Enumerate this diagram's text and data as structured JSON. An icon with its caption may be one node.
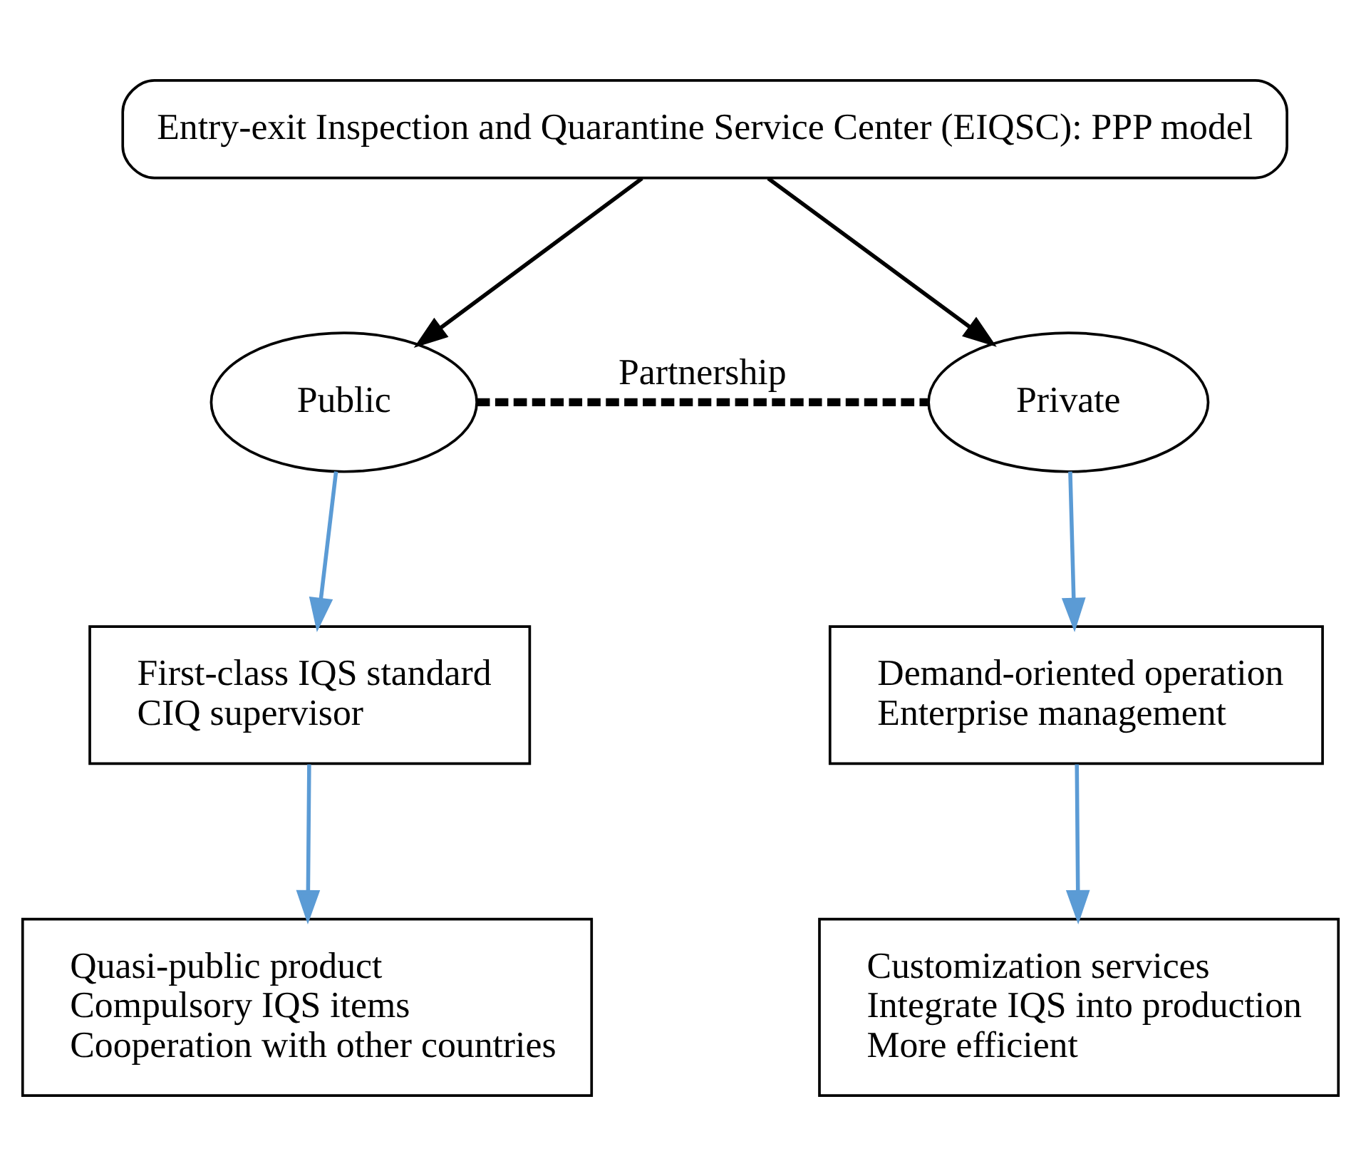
{
  "diagram": {
    "nodes": [
      {
        "text": [
          "Entry-exit Inspection and Quarantine Service Center (EIQSC): PPP model"
        ]
      },
      {
        "text": [
          "Public"
        ]
      },
      {
        "text": [
          "Private"
        ]
      },
      {
        "text": [
          "First-class IQS standard",
          "CIQ supervisor"
        ]
      },
      {
        "text": [
          "Demand-oriented operation",
          "Enterprise management"
        ]
      },
      {
        "text": [
          "Quasi-public product",
          "Compulsory IQS items",
          "Cooperation with other countries"
        ]
      },
      {
        "text": [
          "Customization services",
          "Integrate IQS into production",
          "More efficient"
        ]
      }
    ],
    "edges": [
      {
        "from": 0,
        "to": 1,
        "arrow": "to",
        "color": "#000000"
      },
      {
        "from": 0,
        "to": 2,
        "arrow": "to",
        "color": "#000000"
      },
      {
        "from": 1,
        "to": 2,
        "arrow": "none",
        "label": "Partnership",
        "style": "dashed",
        "color": "#000000"
      },
      {
        "from": 1,
        "to": 3,
        "arrow": "to",
        "color": "#5b9bd5"
      },
      {
        "from": 2,
        "to": 4,
        "arrow": "to",
        "color": "#5b9bd5"
      },
      {
        "from": 3,
        "to": 5,
        "arrow": "to",
        "color": "#5b9bd5"
      },
      {
        "from": 4,
        "to": 6,
        "arrow": "to",
        "color": "#5b9bd5"
      }
    ]
  }
}
